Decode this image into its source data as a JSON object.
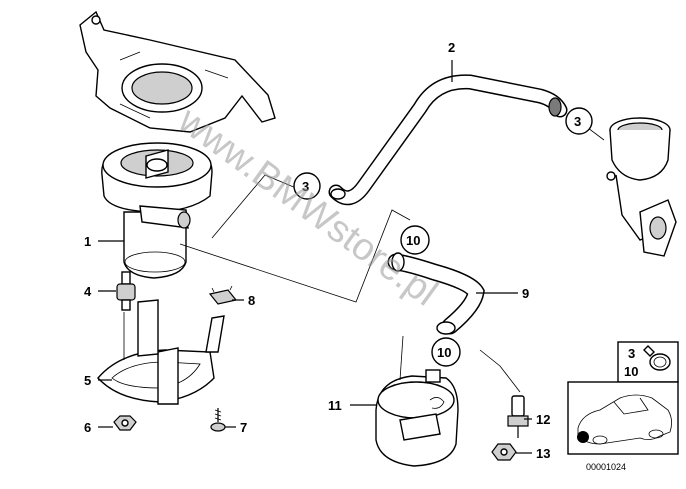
{
  "callouts": {
    "c1": "1",
    "c2": "2",
    "c3a": "3",
    "c3b": "3",
    "c4": "4",
    "c5": "5",
    "c6": "6",
    "c7": "7",
    "c8": "8",
    "c9": "9",
    "c10a": "10",
    "c10b": "10",
    "c11": "11",
    "c12": "12",
    "c13": "13"
  },
  "inset_clamp": {
    "top": "3",
    "bottom": "10"
  },
  "watermark": "www.BMWstore.pl",
  "diagram_code": "00001024"
}
